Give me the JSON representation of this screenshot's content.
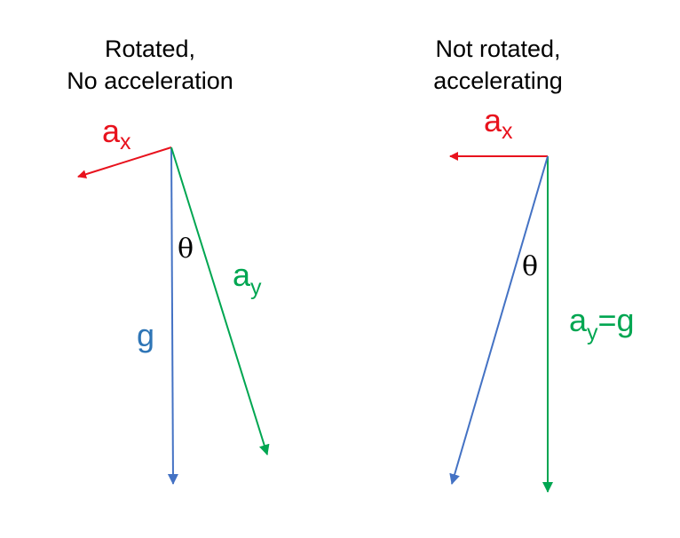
{
  "colors": {
    "red": "#e8121d",
    "blue": "#4472c4",
    "green": "#00a651",
    "label_blue": "#2e75b6",
    "black": "#000000"
  },
  "left_panel": {
    "title_line1": "Rotated,",
    "title_line2": "No acceleration",
    "ax_main": "a",
    "ax_sub": "x",
    "ay_main": "a",
    "ay_sub": "y",
    "g_label": "g",
    "theta": "θ"
  },
  "right_panel": {
    "title_line1": "Not rotated,",
    "title_line2": "accelerating",
    "ax_main": "a",
    "ax_sub": "x",
    "ay_main": "a",
    "ay_sub": "y",
    "ay_suffix": "=g",
    "theta": "θ"
  }
}
